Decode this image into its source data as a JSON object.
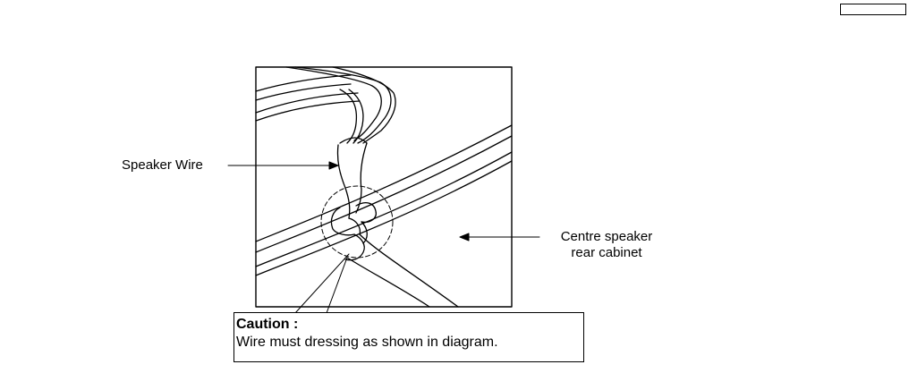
{
  "labels": {
    "speaker_wire": "Speaker Wire",
    "centre_line1": "Centre speaker",
    "centre_line2": "rear cabinet"
  },
  "caution": {
    "title": "Caution :",
    "text": "Wire must dressing as  shown in diagram."
  },
  "colors": {
    "line": "#000000",
    "background": "#ffffff"
  }
}
